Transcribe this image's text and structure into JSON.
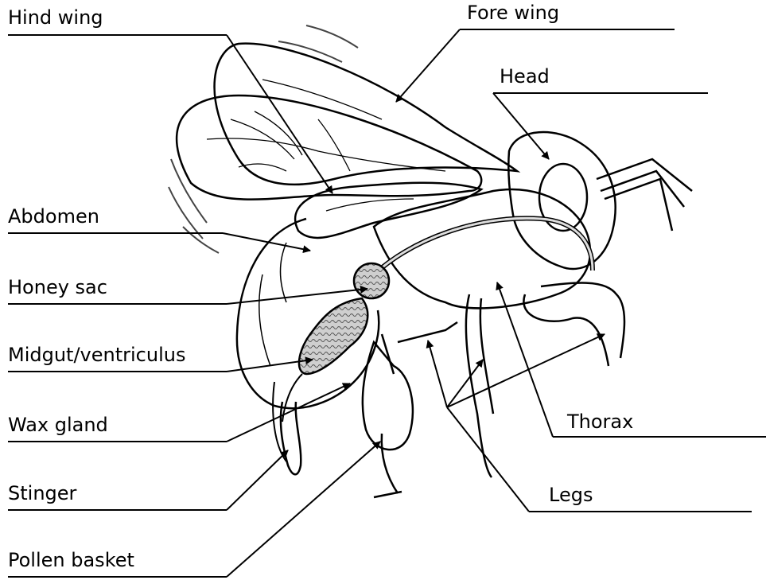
{
  "labels": {
    "hind_wing": "Hind wing",
    "fore_wing": "Fore wing",
    "head": "Head",
    "abdomen": "Abdomen",
    "honey_sac": "Honey sac",
    "midgut": "Midgut/ventriculus",
    "wax_gland": "Wax gland",
    "stinger": "Stinger",
    "pollen_basket": "Pollen basket",
    "thorax": "Thorax",
    "legs": "Legs"
  },
  "colors": {
    "ink": "#000000",
    "background": "#ffffff",
    "organ_fill": "#bdbdbd"
  }
}
